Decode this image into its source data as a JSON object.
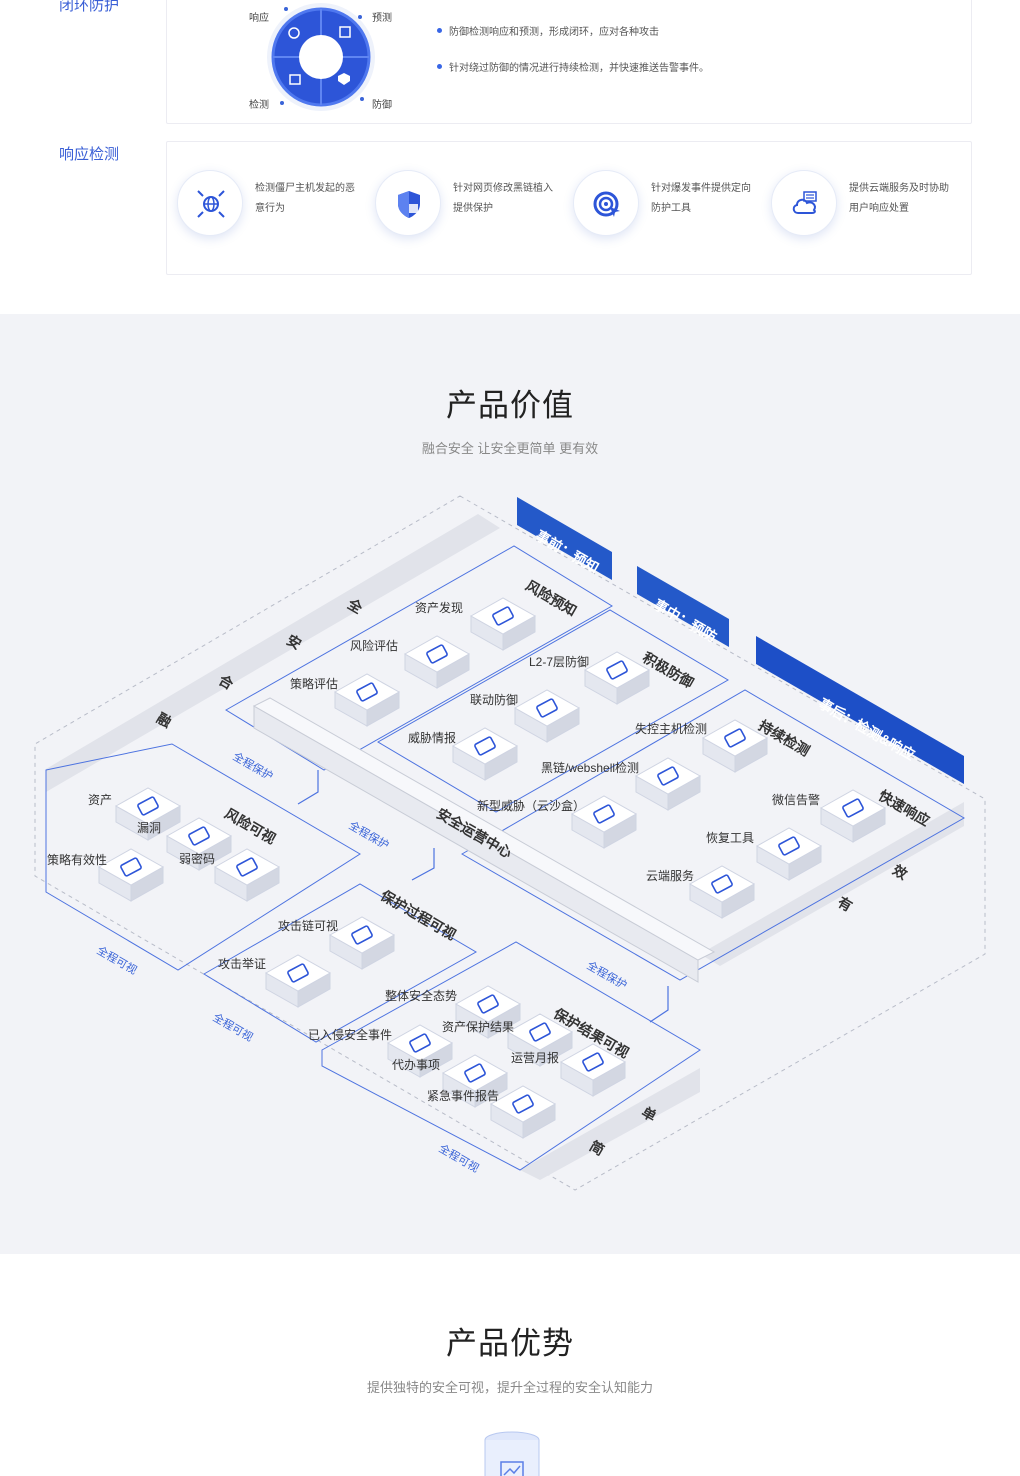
{
  "top": {
    "closed_loop_label": "闭环防护",
    "cycle": {
      "respond": "响应",
      "predict": "预测",
      "detect": "检测",
      "defend": "防御"
    },
    "bullets": [
      "防御检测响应和预测，形成闭环，应对各种攻击",
      "针对绕过防御的情况进行持续检测，并快速推送告警事件。"
    ]
  },
  "response": {
    "label": "响应检测",
    "features": [
      {
        "icon": "globe-arrows-icon",
        "line1": "检测僵尸主机发起的恶",
        "line2": "意行为"
      },
      {
        "icon": "shield-icon",
        "line1": "针对网页修改黑链植入",
        "line2": "提供保护"
      },
      {
        "icon": "target-icon",
        "line1": "针对爆发事件提供定向",
        "line2": "防护工具"
      },
      {
        "icon": "cloud-server-icon",
        "line1": "提供云端服务及时协助",
        "line2": "用户响应处置"
      }
    ]
  },
  "value": {
    "title": "产品价值",
    "subtitle": "融合安全 让安全更简单 更有效",
    "banners": {
      "before": "事前：预知",
      "during": "事中：预防",
      "after": "事后：检测&响应"
    },
    "center": "安全运营中心",
    "zones": {
      "risk_predict": "风险预知",
      "active_defense": "积极防御",
      "continuous_detect": "持续检测",
      "fast_response": "快速响应",
      "risk_visible": "风险可视",
      "process_visible": "保护过程可视",
      "result_visible": "保护结果可视"
    },
    "nodes": {
      "asset_discovery": "资产发现",
      "risk_assessment": "风险评估",
      "policy_assessment": "策略评估",
      "l2_7": "L2-7层防御",
      "linkage": "联动防御",
      "threat_intel": "威胁情报",
      "lost_host": "失控主机检测",
      "blacklink": "黑链/webshell检测",
      "new_threat": "新型威胁（云沙盒）",
      "wechat_alert": "微信告警",
      "restore_tool": "恢复工具",
      "cloud_service": "云端服务",
      "asset": "资产",
      "vuln": "漏洞",
      "weak_pwd": "弱密码",
      "policy_valid": "策略有效性",
      "attack_chain": "攻击链可视",
      "attack_evidence": "攻击举证",
      "overall": "整体安全态势",
      "asset_result": "资产保护结果",
      "intruded": "已入侵安全事件",
      "todo": "代办事项",
      "monthly": "运营月报",
      "urgent": "紧急事件报告"
    },
    "labels": {
      "full_protect": "全程保护",
      "full_visible": "全程可视"
    },
    "edge_chars": {
      "top_left": [
        "融",
        "合",
        "安",
        "全"
      ],
      "right": [
        "有",
        "效"
      ],
      "bottom": [
        "简",
        "单"
      ]
    }
  },
  "advantage": {
    "title": "产品优势",
    "subtitle": "提供独特的安全可视，提升全过程的安全认知能力"
  }
}
